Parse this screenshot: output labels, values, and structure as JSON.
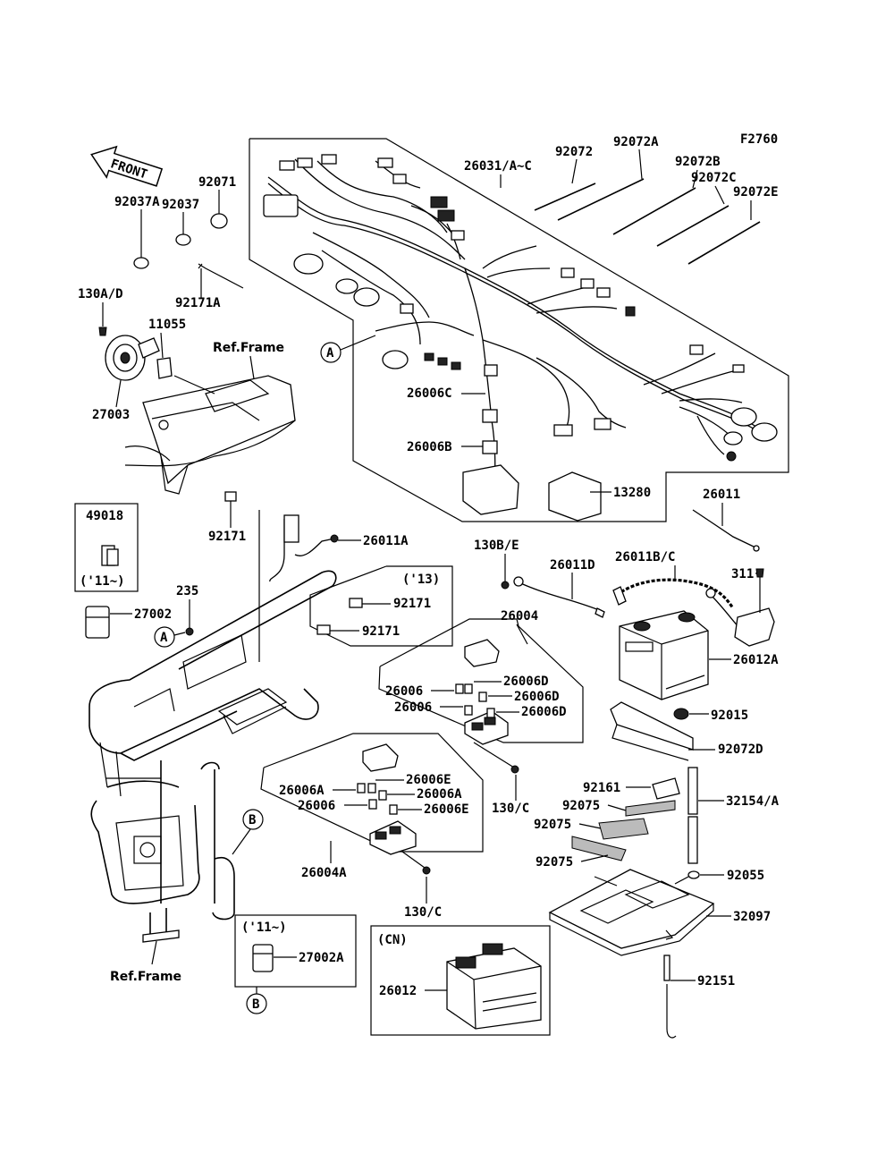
{
  "figure_code": "F2760",
  "front_arrow_label": "FRONT",
  "ref_frame_labels": [
    "Ref.Frame",
    "Ref.Frame"
  ],
  "callout_letters": {
    "a": "A",
    "b": "B"
  },
  "year_notes": {
    "y11": "('11~)",
    "y13": "('13)",
    "cn": "(CN)"
  },
  "parts": {
    "p92037A": "92037A",
    "p92037": "92037",
    "p92071": "92071",
    "p92171A": "92171A",
    "p130AD": "130A/D",
    "p11055": "11055",
    "p27003": "27003",
    "p92171a": "92171",
    "p92171b": "92171",
    "p92171c": "92171",
    "p49018": "49018",
    "p235": "235",
    "p27002": "27002",
    "p26011A": "26011A",
    "p26031": "26031/A~C",
    "p92072": "92072",
    "p92072A": "92072A",
    "p92072B": "92072B",
    "p92072C": "92072C",
    "p92072E": "92072E",
    "p26006C": "26006C",
    "p26006B": "26006B",
    "p13280": "13280",
    "p26011": "26011",
    "p130BE": "130B/E",
    "p26011D": "26011D",
    "p26011BC": "26011B/C",
    "p311": "311",
    "p26004": "26004",
    "p26006_1": "26006",
    "p26006_2": "26006",
    "p26006D_1": "26006D",
    "p26006D_2": "26006D",
    "p26006D_3": "26006D",
    "p26012A": "26012A",
    "p92015": "92015",
    "p92072D": "92072D",
    "p130C_1": "130/C",
    "p26006A_1": "26006A",
    "p26006E_1": "26006E",
    "p26006A_2": "26006A",
    "p26006_3": "26006",
    "p26006E_2": "26006E",
    "p92161": "92161",
    "p32154A": "32154/A",
    "p92075_1": "92075",
    "p92075_2": "92075",
    "p92075_3": "92075",
    "p92055": "92055",
    "p26004A": "26004A",
    "p130C_2": "130/C",
    "p32097": "32097",
    "p27002A": "27002A",
    "p26012": "26012",
    "p92151": "92151"
  }
}
